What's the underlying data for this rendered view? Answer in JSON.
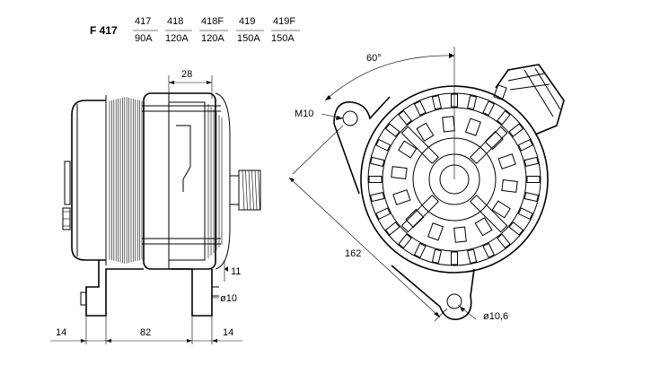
{
  "header": {
    "model": "F 417",
    "variants": [
      {
        "code": "417",
        "rating": "90A"
      },
      {
        "code": "418",
        "rating": "120A"
      },
      {
        "code": "418F",
        "rating": "120A"
      },
      {
        "code": "419",
        "rating": "150A"
      },
      {
        "code": "419F",
        "rating": "150A"
      }
    ]
  },
  "dimensions": {
    "shaft_offset": "28",
    "foot_height": "11",
    "foot_hole": "ø10",
    "left_margin": "14",
    "foot_spacing": "82",
    "right_margin": "14",
    "angle": "60°",
    "thread": "M10",
    "mount_span": "162",
    "lower_hole": "ø10,6"
  },
  "colors": {
    "line": "#000000",
    "background": "#ffffff"
  }
}
